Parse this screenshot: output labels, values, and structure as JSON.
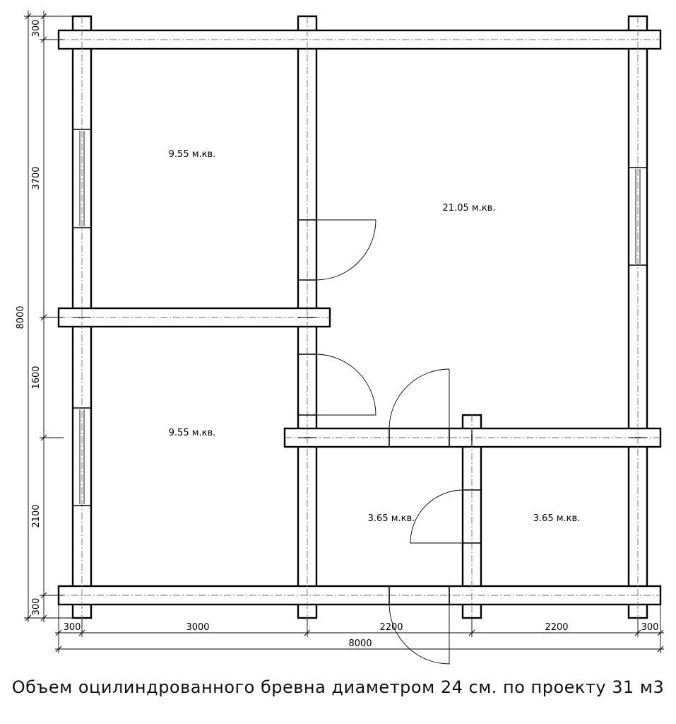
{
  "rooms": [
    {
      "label": "9.55 м.кв."
    },
    {
      "label": "21.05 м.кв."
    },
    {
      "label": "9.55 м.кв."
    },
    {
      "label": "3.65 м.кв."
    },
    {
      "label": "3.65 м.кв."
    }
  ],
  "dims": {
    "vertical": {
      "top": "300",
      "upper": "3700",
      "middle": "1600",
      "lower": "2100",
      "bottom": "300",
      "total": "8000"
    },
    "horizontal": {
      "left": "300",
      "a": "3000",
      "b": "2200",
      "c": "2200",
      "right": "300",
      "total": "8000"
    }
  },
  "footer": "Объем оцилиндрованного бревна диаметром 24 см. по проекту 31 м3"
}
